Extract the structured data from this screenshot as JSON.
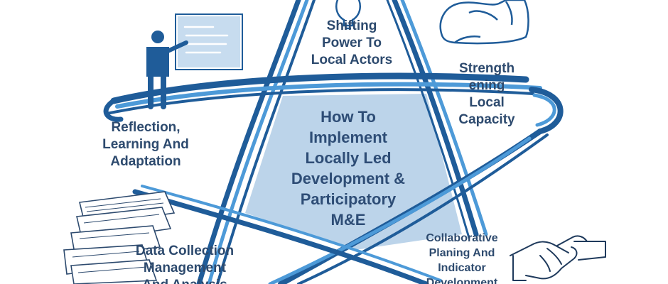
{
  "center": {
    "lines": [
      "How To",
      "Implement",
      "Locally Led",
      "Development &",
      "Participatory",
      "M&E"
    ]
  },
  "nodes": {
    "top": {
      "lines": [
        "Shifting",
        "Power To",
        "Local Actors"
      ]
    },
    "right": {
      "lines": [
        "Strength",
        "ening",
        "Local",
        "Capacity"
      ]
    },
    "left": {
      "lines": [
        "Reflection,",
        "Learning And",
        "Adaptation"
      ]
    },
    "bottom_left": {
      "lines": [
        "Data Collection",
        "Management",
        "And Analysis"
      ]
    },
    "bottom_right": {
      "lines": [
        "Collaborative",
        "Planing And",
        "Indicator",
        "Development"
      ]
    }
  },
  "icons": {
    "top": "lightbulb-icon",
    "top_right": "flexed-arm-icon",
    "top_left": "presenter-at-board-icon",
    "bottom_left": "paper-stack-icon",
    "bottom_right": "handshake-icon"
  },
  "colors": {
    "star_dark": "#1f5c99",
    "star_light": "#4d9ad8",
    "center_fill": "#bcd4ea",
    "text": "#2d4a6e"
  }
}
